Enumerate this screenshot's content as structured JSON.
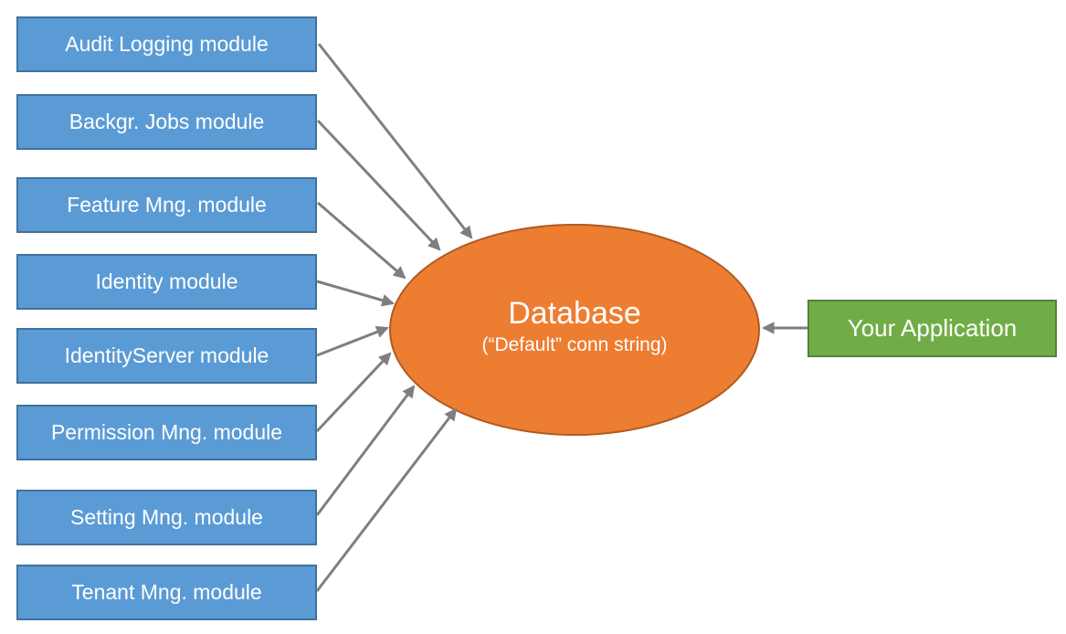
{
  "modules": [
    {
      "label": "Audit Logging module"
    },
    {
      "label": "Backgr. Jobs module"
    },
    {
      "label": "Feature Mng. module"
    },
    {
      "label": "Identity module"
    },
    {
      "label": "IdentityServer module"
    },
    {
      "label": "Permission Mng. module"
    },
    {
      "label": "Setting Mng. module"
    },
    {
      "label": "Tenant Mng. module"
    }
  ],
  "database": {
    "title": "Database",
    "subtitle": "(“Default” conn string)"
  },
  "application": {
    "label": "Your Application"
  },
  "colors": {
    "module_fill": "#5B9BD5",
    "module_border": "#41719C",
    "database_fill": "#ED7D31",
    "database_border": "#AE5A21",
    "application_fill": "#70AD47",
    "application_border": "#538135",
    "arrow": "#7F7F7F",
    "text": "#FFFFFF"
  }
}
